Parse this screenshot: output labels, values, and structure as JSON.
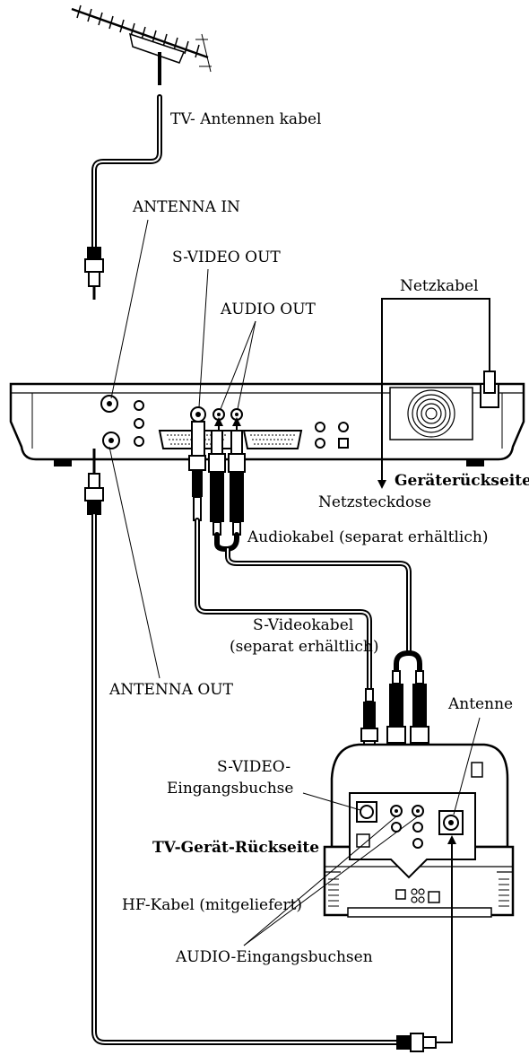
{
  "labels": {
    "tv_antenna_cable": "TV- Antennen kabel",
    "antenna_in": "ANTENNA IN",
    "svideo_out": "S-VIDEO OUT",
    "audio_out": "AUDIO OUT",
    "power_cable": "Netzkabel",
    "device_rear": "Geräterückseite",
    "power_outlet": "Netzsteckdose",
    "audio_cable": "Audiokabel (separat erhältlich)",
    "svideo_cable_line1": "S-Videokabel",
    "svideo_cable_line2": "(separat erhältlich)",
    "antenna_out": "ANTENNA OUT",
    "antenna": "Antenne",
    "svideo_input_line1": "S-VIDEO-",
    "svideo_input_line2": "Eingangsbuchse",
    "tv_rear": "TV-Gerät-Rückseite",
    "rf_cable": "HF-Kabel (mitgeliefert)",
    "audio_inputs": "AUDIO-Eingangsbuchsen"
  }
}
